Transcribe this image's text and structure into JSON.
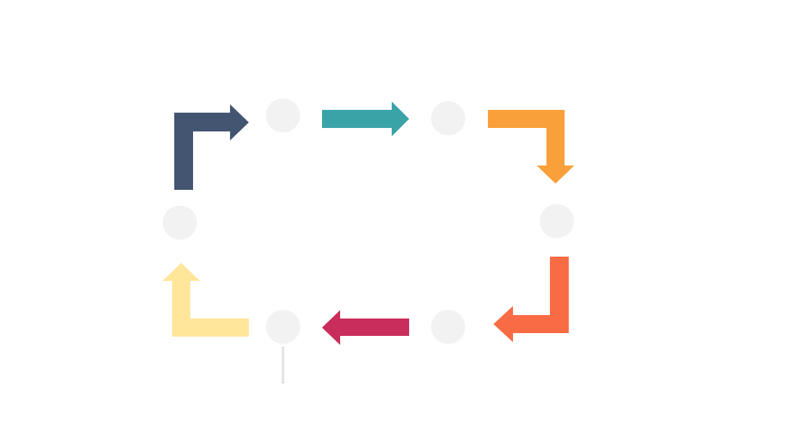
{
  "diagram": {
    "type": "cycle",
    "node_color": "#f2f2f2",
    "nodes": [
      {
        "id": "top-left",
        "label": ""
      },
      {
        "id": "top-right",
        "label": ""
      },
      {
        "id": "right",
        "label": ""
      },
      {
        "id": "bottom-right",
        "label": ""
      },
      {
        "id": "bottom-left",
        "label": ""
      },
      {
        "id": "left",
        "label": ""
      }
    ],
    "arrows": [
      {
        "id": "arrow-left-to-top",
        "color": "#435570",
        "direction": "up-then-right"
      },
      {
        "id": "arrow-top",
        "color": "#3aa3a8",
        "direction": "right"
      },
      {
        "id": "arrow-top-right-corner",
        "color": "#f9a03a",
        "direction": "right-then-down"
      },
      {
        "id": "arrow-right-to-bottom",
        "color": "#f96b45",
        "direction": "down-then-left"
      },
      {
        "id": "arrow-bottom",
        "color": "#c82d5b",
        "direction": "left"
      },
      {
        "id": "arrow-bottom-left-corner",
        "color": "#ffe69a",
        "direction": "left-then-up"
      }
    ]
  }
}
